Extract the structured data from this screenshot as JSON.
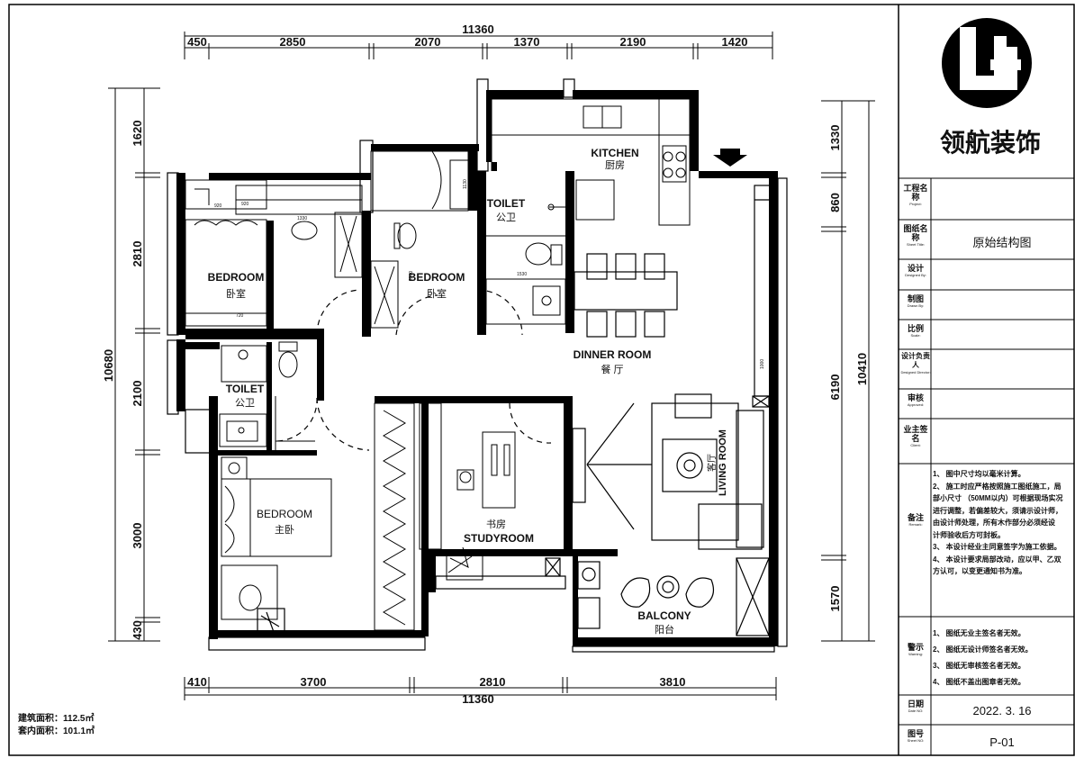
{
  "dimensions": {
    "top_total": "11360",
    "top_segments": [
      "450",
      "2850",
      "2070",
      "1370",
      "2190",
      "1420"
    ],
    "bottom_total": "11360",
    "bottom_segments": [
      "410",
      "3700",
      "2810",
      "3810"
    ],
    "left_total": "10680",
    "left_segments": [
      "1620",
      "2810",
      "2100",
      "3000",
      "430"
    ],
    "right_total": "10410",
    "right_segments": [
      "1330",
      "860",
      "6190",
      "1570"
    ]
  },
  "rooms": {
    "kitchen_en": "KITCHEN",
    "kitchen_cn": "厨房",
    "toilet_top_en": "TOILET",
    "toilet_top_cn": "公卫",
    "bedroom_left_en": "BEDROOM",
    "bedroom_left_cn": "卧室",
    "bedroom_mid_en": "BEDROOM",
    "bedroom_mid_cn": "卧室",
    "dinner_en": "DINNER ROOM",
    "dinner_cn": "餐 厅",
    "toilet_left_en": "TOILET",
    "toilet_left_cn": "公卫",
    "master_en": "BEDROOM",
    "master_cn": "主卧",
    "study_cn": "书房",
    "study_en": "STUDYROOM",
    "living_en": "LIVING ROOM",
    "living_cn": "客厅",
    "balcony_en": "BALCONY",
    "balcony_cn": "阳台"
  },
  "small_dims": [
    "920",
    "1330",
    "1130",
    "1530",
    "2310",
    "720",
    "920",
    "1000"
  ],
  "area": {
    "building": "建筑面积：112.5㎡",
    "interior": "套内面积：101.1㎡"
  },
  "title_block": {
    "company": "领航装饰",
    "project_label": "工程名称",
    "project_sub": "Project:",
    "project_value": "",
    "sheet_label": "图纸名称",
    "sheet_sub": "Sheet Title:",
    "sheet_value": "原始结构图",
    "design_label": "设计",
    "design_sub": "Designed By:",
    "drawn_label": "制图",
    "drawn_sub": "Drawn By:",
    "scale_label": "比例",
    "scale_sub": "Scale:",
    "director_label": "设计负责人",
    "director_sub": "Designed Director:",
    "approved_label": "审核",
    "approved_sub": "Approved:",
    "client_label": "业主签名",
    "client_sub": "Client:",
    "remark_label": "备注",
    "remark_sub": "Remark:",
    "remarks": [
      "1、 图中尺寸均以毫米计算。",
      "2、 施工时应严格按照施工图纸施工，局",
      "部小尺寸 （50MM以内）可根据现场实况",
      "进行调整，若偏差较大，须请示设计师，",
      "由设计师处理，所有木作部分必须经设",
      "计师验收后方可封板。",
      "3、 本设计经业主同意签字为施工依据。",
      "4、 本设计要求局部改动，应以甲、乙双",
      "方认可，以变更通知书为准。"
    ],
    "warning_label": "警示",
    "warning_sub": "Warning:",
    "warnings": [
      "1、  图纸无业主签名者无效。",
      "2、  图纸无设计师签名者无效。",
      "3、  图纸无审核签名者无效。",
      "4、  图纸不盖出图章者无效。"
    ],
    "date_label": "日期",
    "date_sub": "Date NO:",
    "date_value": "2022. 3. 16",
    "number_label": "图号",
    "number_sub": "Sheet NO:",
    "number_value": "P-01"
  }
}
